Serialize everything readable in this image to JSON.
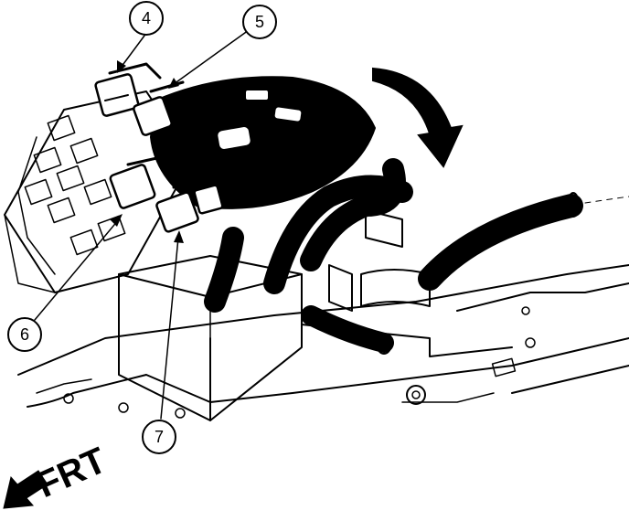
{
  "callouts": [
    {
      "id": "4",
      "label": "4"
    },
    {
      "id": "5",
      "label": "5"
    },
    {
      "id": "6",
      "label": "6"
    },
    {
      "id": "7",
      "label": "7"
    }
  ],
  "direction_indicator": {
    "label": "FRT",
    "icon": "arrow-down-left-icon"
  },
  "rotation_arrow": {
    "icon": "curved-arrow-clockwise-icon"
  },
  "colors": {
    "ink": "#000000",
    "background": "#ffffff"
  }
}
